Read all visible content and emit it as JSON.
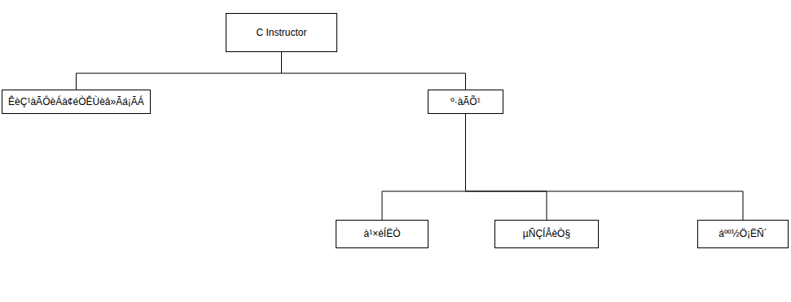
{
  "diagram": {
    "nodes": [
      {
        "text": [
          "C Instructor"
        ]
      },
      {
        "text": [
          "ÊèÇ¹àÃÔèÁà¢éÒÊÙèâ»Ãá¡ÃÁ"
        ]
      },
      {
        "text": [
          "º·àÃÕ¹"
        ]
      },
      {
        "text": [
          "à¹×éÍËÒ"
        ]
      },
      {
        "text": [
          "µÑÇÍÂèÒ§"
        ]
      },
      {
        "text": [
          "áºº½Ö¡ËÑ´"
        ]
      }
    ],
    "edges": [
      {
        "from": 0,
        "to": 1,
        "arrow": "none"
      },
      {
        "from": 0,
        "to": 2,
        "arrow": "none"
      },
      {
        "from": 2,
        "to": 3,
        "arrow": "none"
      },
      {
        "from": 2,
        "to": 4,
        "arrow": "none"
      },
      {
        "from": 2,
        "to": 5,
        "arrow": "none"
      }
    ]
  }
}
